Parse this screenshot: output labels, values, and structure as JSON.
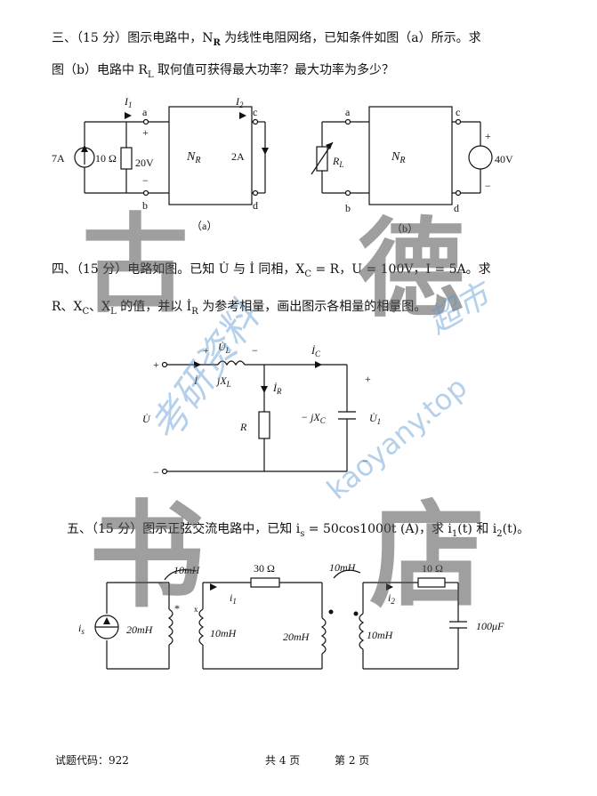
{
  "q3": {
    "line1": "三、（15 分）图示电路中，N",
    "sub_R": "R",
    "line1b": " 为线性电阻网络，已知条件如图（a）所示。求",
    "line2": "图（b）电路中 R",
    "sub_L": "L",
    "line2b": " 取何值可获得最大功率？最大功率为多少？",
    "fig_a": {
      "I1": "I",
      "I1_sub": "1",
      "I2": "I",
      "I2_sub": "2",
      "a": "a",
      "b": "b",
      "c": "c",
      "d": "d",
      "source": "7A",
      "resistor": "10 Ω",
      "voltage": "20V",
      "plus": "+",
      "minus": "−",
      "net": "N",
      "net_sub": "R",
      "right_source": "2A",
      "caption": "（a）"
    },
    "fig_b": {
      "a": "a",
      "b": "b",
      "c": "c",
      "d": "d",
      "RL": "R",
      "RL_sub": "L",
      "net": "N",
      "net_sub": "R",
      "source": "40V",
      "plus": "+",
      "minus": "−",
      "caption": "（b）"
    }
  },
  "q4": {
    "line1": "四、（15 分）电路如图。已知 U̇ 与 İ 同相，X",
    "line1_sub": "C",
    "line1b": " = R，U = 100V，I = 5A。求",
    "line2": "R、X",
    "l2_sub_c": "C",
    "line2b": "、X",
    "l2_sub_l": "L",
    "line2c": " 的值，并以 İ",
    "l2_sub_r": "R",
    "line2d": " 为参考相量，画出图示各相量的相量图。",
    "fig": {
      "plus": "+",
      "minus": "−",
      "UL": "U̇",
      "UL_sub": "L",
      "I": "İ",
      "jXL": "jX",
      "jXL_sub": "L",
      "IR": "İ",
      "IR_sub": "R",
      "IC": "İ",
      "IC_sub": "C",
      "U": "U̇",
      "R": "R",
      "jXC": "− jX",
      "jXC_sub": "C",
      "U1": "U̇",
      "U1_sub": "1"
    }
  },
  "q5": {
    "line": "五、（15 分）图示正弦交流电路中，已知 i",
    "sub_s": "s",
    "line_b": " = 50cos1000t (A)，求 i",
    "sub_1": "1",
    "line_c": "(t) 和 i",
    "sub_2": "2",
    "line_d": "(t)。",
    "fig": {
      "is": "i",
      "is_sub": "s",
      "L1": "20mH",
      "M1": "10mH",
      "R1": "30 Ω",
      "L2": "10mH",
      "L3": "20mH",
      "M2": "10mH",
      "L4": "10mH",
      "R2": "10 Ω",
      "C": "100μF",
      "i1": "i",
      "i1_sub": "1",
      "i2": "i",
      "i2_sub": "2",
      "star": "*",
      "x": "x"
    }
  },
  "footer": {
    "code_label": "试题代码：922",
    "total": "共 4 页",
    "page": "第 2 页"
  },
  "watermark": {
    "big": [
      "古",
      "德",
      "书",
      "店"
    ],
    "blue": "kaoyany.top",
    "script1": "考研资料",
    "script2": "超市"
  }
}
